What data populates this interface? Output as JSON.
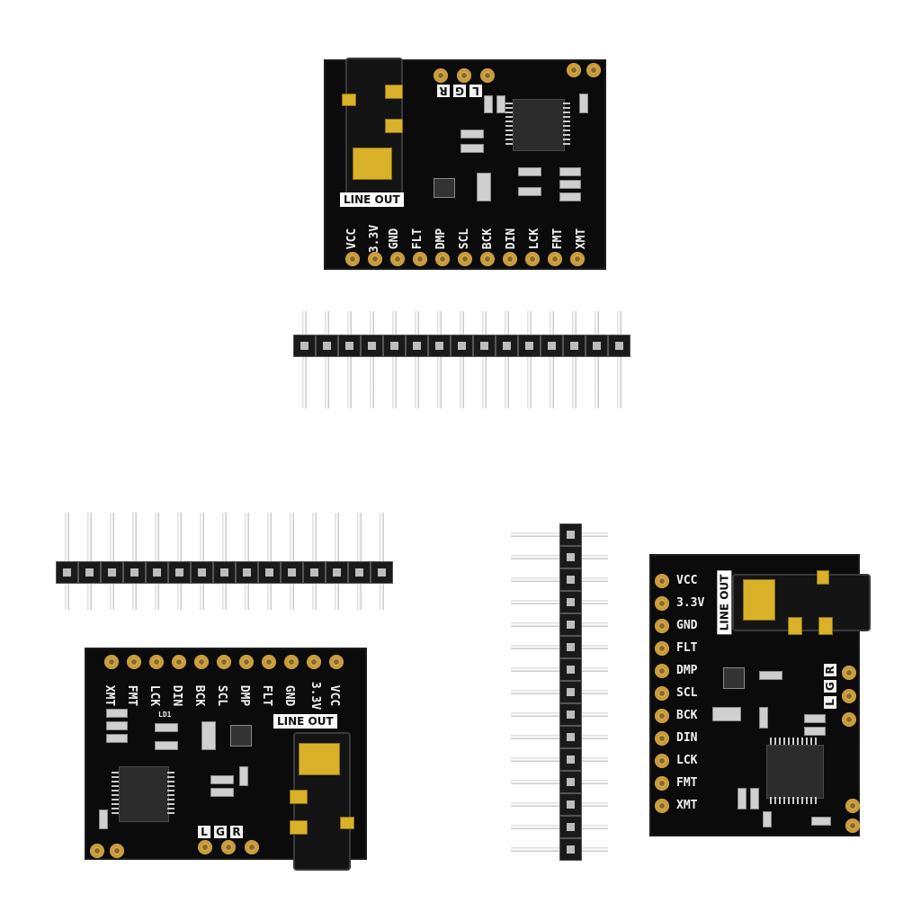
{
  "image": {
    "subject": "PCM5102 I2S DAC breakout boards with pin headers",
    "background_color": "#ffffff",
    "board_color": "#0b0b0b",
    "pad_color": "#d6b062"
  },
  "board": {
    "pin_labels": [
      "VCC",
      "3.3V",
      "GND",
      "FLT",
      "DMP",
      "SCL",
      "BCK",
      "DIN",
      "LCK",
      "FMT",
      "XMT"
    ],
    "jack_label": "LINE OUT",
    "channel_labels": [
      "L",
      "G",
      "R"
    ],
    "led_label": "LD1"
  },
  "headers": {
    "pin_count": 15
  }
}
